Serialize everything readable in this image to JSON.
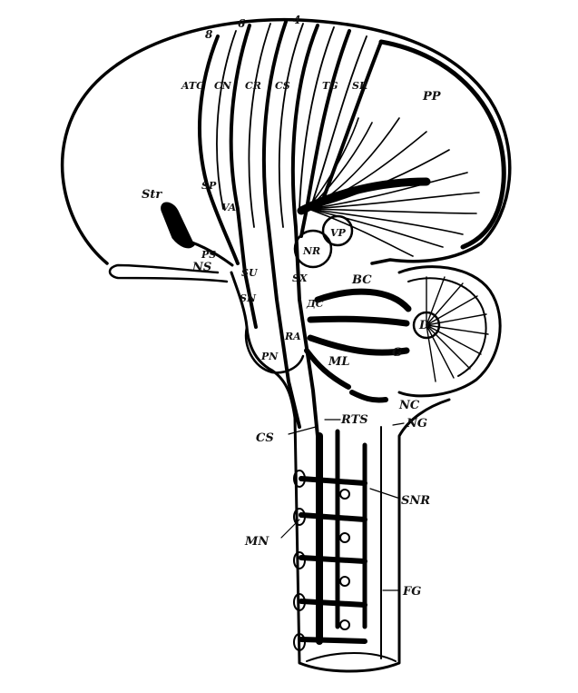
{
  "figure": {
    "labels": {
      "area_8": "8",
      "area_6": "6",
      "area_4": "4",
      "ATC": "ATC",
      "CN": "CN",
      "CR": "CR",
      "CS_top": "CS",
      "TG": "TG",
      "SR": "SR",
      "PP": "PP",
      "Str": "Str",
      "SP": "SP",
      "VA": "VA",
      "PS": "PS",
      "NS": "NS",
      "SU": "SU",
      "SN": "SN",
      "NR": "NR",
      "VP": "VP",
      "SX": "SX",
      "BC": "BC",
      "DC": "ДС",
      "D": "D",
      "G": "G",
      "RA": "RA",
      "PN": "PN",
      "ML": "ML",
      "NC": "NC",
      "NG": "NG",
      "CS": "CS",
      "RTS": "RTS",
      "SNR": "SNR",
      "MN": "MN",
      "FG": "FG"
    }
  }
}
